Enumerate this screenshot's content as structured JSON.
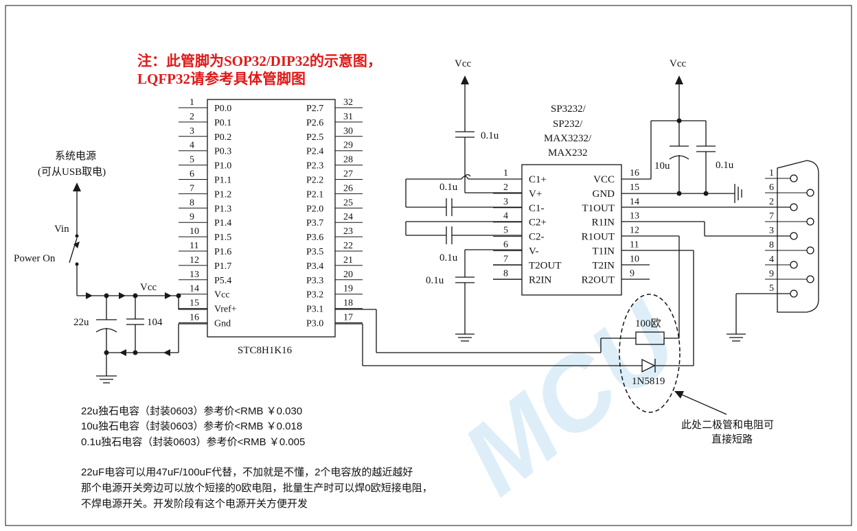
{
  "title": {
    "line1": "注：此管脚为SOP32/DIP32的示意图，",
    "line2": "LQFP32请参考具体管脚图",
    "color": "#e01818"
  },
  "mcu": {
    "name": "STC8H1K16",
    "left_pins": [
      {
        "num": "1",
        "label": "P0.0"
      },
      {
        "num": "2",
        "label": "P0.1"
      },
      {
        "num": "3",
        "label": "P0.2"
      },
      {
        "num": "4",
        "label": "P0.3"
      },
      {
        "num": "5",
        "label": "P1.0"
      },
      {
        "num": "6",
        "label": "P1.1"
      },
      {
        "num": "7",
        "label": "P1.2"
      },
      {
        "num": "8",
        "label": "P1.3"
      },
      {
        "num": "9",
        "label": "P1.4"
      },
      {
        "num": "10",
        "label": "P1.5"
      },
      {
        "num": "11",
        "label": "P1.6"
      },
      {
        "num": "12",
        "label": "P1.7"
      },
      {
        "num": "13",
        "label": "P5.4"
      },
      {
        "num": "14",
        "label": "Vcc"
      },
      {
        "num": "15",
        "label": "Vref+"
      },
      {
        "num": "16",
        "label": "Gnd"
      }
    ],
    "right_pins": [
      {
        "num": "32",
        "label": "P2.7"
      },
      {
        "num": "31",
        "label": "P2.6"
      },
      {
        "num": "30",
        "label": "P2.5"
      },
      {
        "num": "29",
        "label": "P2.4"
      },
      {
        "num": "28",
        "label": "P2.3"
      },
      {
        "num": "27",
        "label": "P2.2"
      },
      {
        "num": "26",
        "label": "P2.1"
      },
      {
        "num": "25",
        "label": "P2.0"
      },
      {
        "num": "24",
        "label": "P3.7"
      },
      {
        "num": "23",
        "label": "P3.6"
      },
      {
        "num": "22",
        "label": "P3.5"
      },
      {
        "num": "21",
        "label": "P3.4"
      },
      {
        "num": "20",
        "label": "P3.3"
      },
      {
        "num": "19",
        "label": "P3.2"
      },
      {
        "num": "18",
        "label": "P3.1"
      },
      {
        "num": "17",
        "label": "P3.0"
      }
    ]
  },
  "transceiver": {
    "name_lines": [
      "SP3232/",
      "SP232/",
      "MAX3232/",
      "MAX232"
    ],
    "left_pins": [
      {
        "num": "1",
        "label": "C1+"
      },
      {
        "num": "2",
        "label": "V+"
      },
      {
        "num": "3",
        "label": "C1-"
      },
      {
        "num": "4",
        "label": "C2+"
      },
      {
        "num": "5",
        "label": "C2-"
      },
      {
        "num": "6",
        "label": "V-"
      },
      {
        "num": "7",
        "label": "T2OUT"
      },
      {
        "num": "8",
        "label": "R2IN"
      }
    ],
    "right_pins": [
      {
        "num": "16",
        "label": "VCC"
      },
      {
        "num": "15",
        "label": "GND"
      },
      {
        "num": "14",
        "label": "T1OUT"
      },
      {
        "num": "13",
        "label": "R1IN"
      },
      {
        "num": "12",
        "label": "R1OUT"
      },
      {
        "num": "11",
        "label": "T1IN"
      },
      {
        "num": "10",
        "label": "T2IN"
      },
      {
        "num": "9",
        "label": "R2OUT"
      }
    ]
  },
  "db9_pins": [
    "1",
    "6",
    "2",
    "7",
    "3",
    "8",
    "4",
    "9",
    "5"
  ],
  "labels": {
    "vcc": "Vcc",
    "power_source_line1": "系统电源",
    "power_source_line2": "(可从USB取电)",
    "vin": "Vin",
    "power_on": "Power On",
    "cap_22u": "22u",
    "cap_104": "104",
    "cap_01u": "0.1u",
    "cap_10u": "10u",
    "resistor": "100欧",
    "diode": "1N5819",
    "note_line1": "此处二极管和电阻可",
    "note_line2": "直接短路"
  },
  "notes": {
    "price_lines": [
      "22u独石电容（封装0603）参考价<RMB ￥0.030",
      "10u独石电容（封装0603）参考价<RMB ￥0.018",
      "0.1u独石电容（封装0603）参考价<RMB ￥0.005"
    ],
    "tip_lines": [
      "22uF电容可以用47uF/100uF代替，不加就是不懂，2个电容放的越近越好",
      "那个电源开关旁边可以放个短接的0欧电阻，批量生产时可以焊0欧短接电阻，",
      "不焊电源开关。开发阶段有这个电源开关方便开发"
    ]
  },
  "watermark": "MCU"
}
